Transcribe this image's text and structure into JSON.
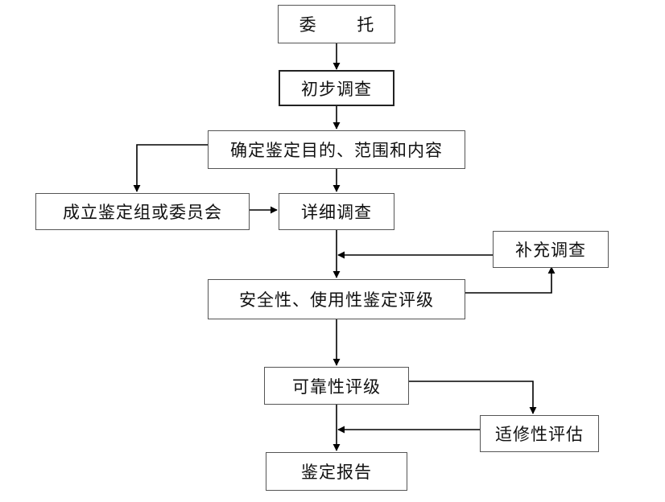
{
  "nodes": {
    "entrust": "委  托",
    "preliminary": "初步调查",
    "determine": "确定鉴定目的、范围和内容",
    "establish": "成立鉴定组或委员会",
    "detailed": "详细调查",
    "supplementary": "补充调查",
    "safety": "安全性、使用性鉴定评级",
    "reliability": "可靠性评级",
    "suitability": "适修性评估",
    "report": "鉴定报告"
  }
}
